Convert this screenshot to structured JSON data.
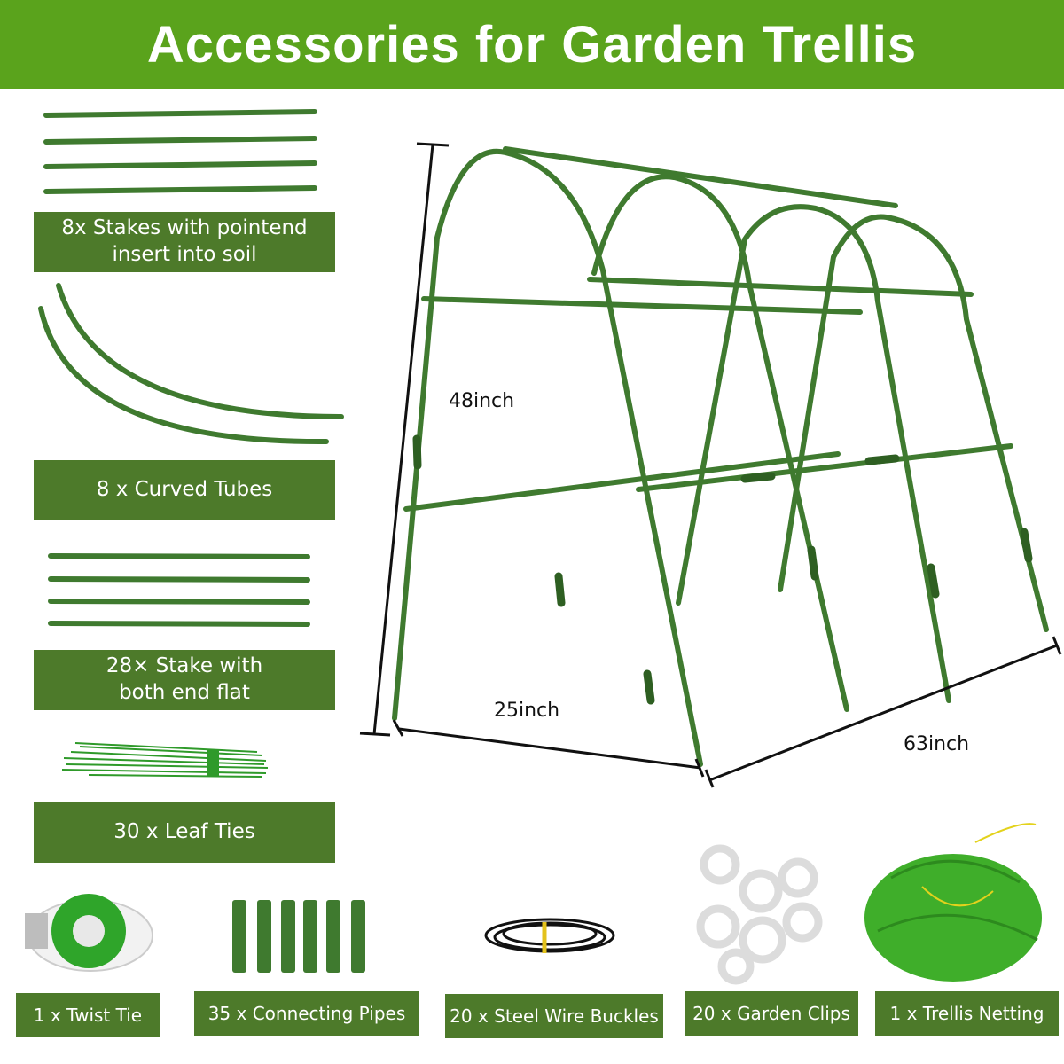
{
  "header": {
    "title": "Accessories for Garden Trellis"
  },
  "items": {
    "stakes_pointed": {
      "label": "8x Stakes with pointend\ninsert into soil"
    },
    "curved_tubes": {
      "label": "8 x Curved Tubes"
    },
    "stakes_flat": {
      "label": "28× Stake with\nboth end flat"
    },
    "leaf_ties": {
      "label": "30 x Leaf Ties"
    },
    "twist_tie": {
      "label": "1 x Twist Tie"
    },
    "connecting_pipes": {
      "label": "35 x Connecting Pipes"
    },
    "wire_buckles": {
      "label": "20 x Steel Wire Buckles"
    },
    "garden_clips": {
      "label": "20 x Garden Clips"
    },
    "trellis_netting": {
      "label": "1 x Trellis Netting"
    }
  },
  "dimensions": {
    "height": "48inch",
    "depth": "25inch",
    "length": "63inch"
  },
  "colors": {
    "header": "#5aa31c",
    "label_bg": "#4d7a2a",
    "pole": "#3f7a2f",
    "net": "#3fae2a"
  }
}
